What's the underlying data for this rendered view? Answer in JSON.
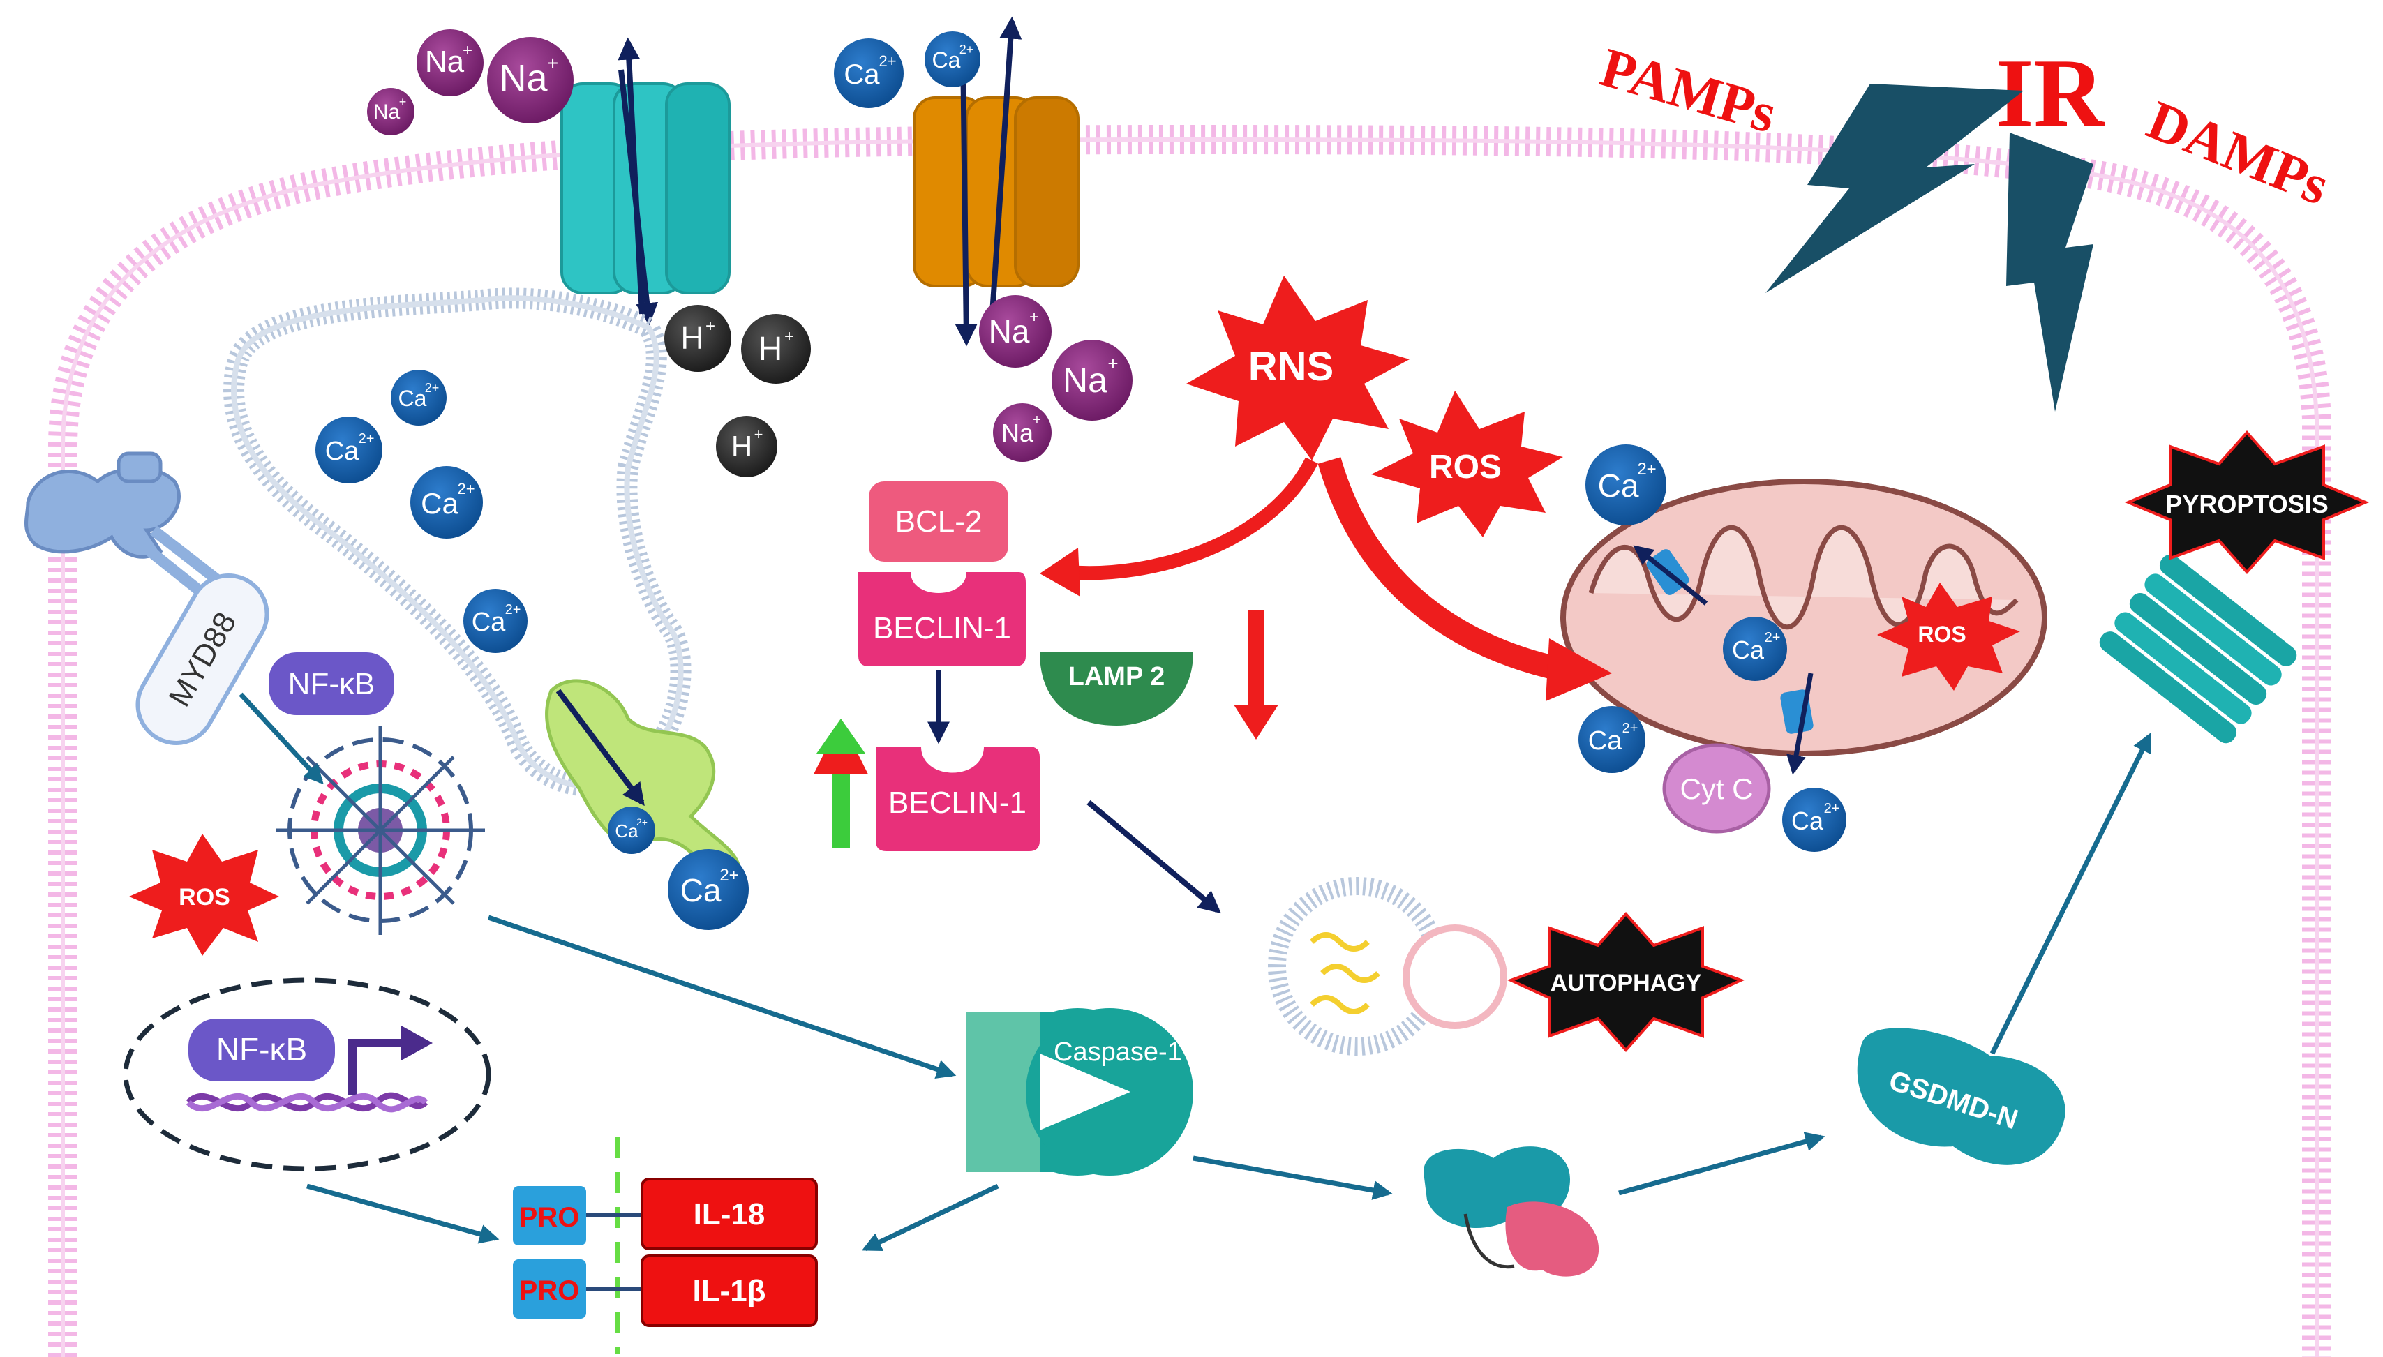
{
  "ions": {
    "na": "Na",
    "na_sup": "+",
    "ca": "Ca",
    "ca_sup": "2+",
    "h": "H",
    "h_sup": "+"
  },
  "triggers": {
    "pamps": "PAMPs",
    "ir": "IR",
    "damps": "DAMPs"
  },
  "labels": {
    "myd88": "MYD88",
    "nfkb_cytoplasm": "NF-κB",
    "nfkb_nucleus": "NF-κB",
    "ros_inflammasome": "ROS",
    "ros_center": "ROS",
    "ros_mito": "ROS",
    "rns": "RNS",
    "bcl2": "BCL-2",
    "beclin_bound": "BECLIN-1",
    "beclin_free": "BECLIN-1",
    "lamp2": "LAMP 2",
    "autophagy": "AUTOPHAGY",
    "pyroptosis": "PYROPTOSIS",
    "caspase1": "Caspase-1",
    "gsdmd": "GSDMD-N",
    "cytc": "Cyt C",
    "pro_1": "PRO",
    "pro_2": "PRO",
    "il18": "IL-18",
    "il1b": "IL-1β"
  },
  "colors": {
    "membrane": "#f3b7e6",
    "ca_ion": "#1760ad",
    "na_ion": "#8b2a80",
    "h_ion": "#2f2f2f",
    "channel_teal": "#2ec4c4",
    "channel_orange": "#e08a00",
    "beclin_pink": "#e8307a",
    "lamp_green": "#2e8b4e",
    "caspase_teal": "#18a49a",
    "gsdmd_teal": "#1a9aa8",
    "il_red": "#ee1111",
    "pro_blue": "#2aa0dc",
    "nfkb_purple": "#6b57c8",
    "pathway_arrow": "#166b8f",
    "dark_arrow": "#10205c",
    "alert_red": "#ee1d1d",
    "up_green": "#3ccc3c",
    "trigger_text": "#ee1111",
    "bolt": "#184f66"
  }
}
